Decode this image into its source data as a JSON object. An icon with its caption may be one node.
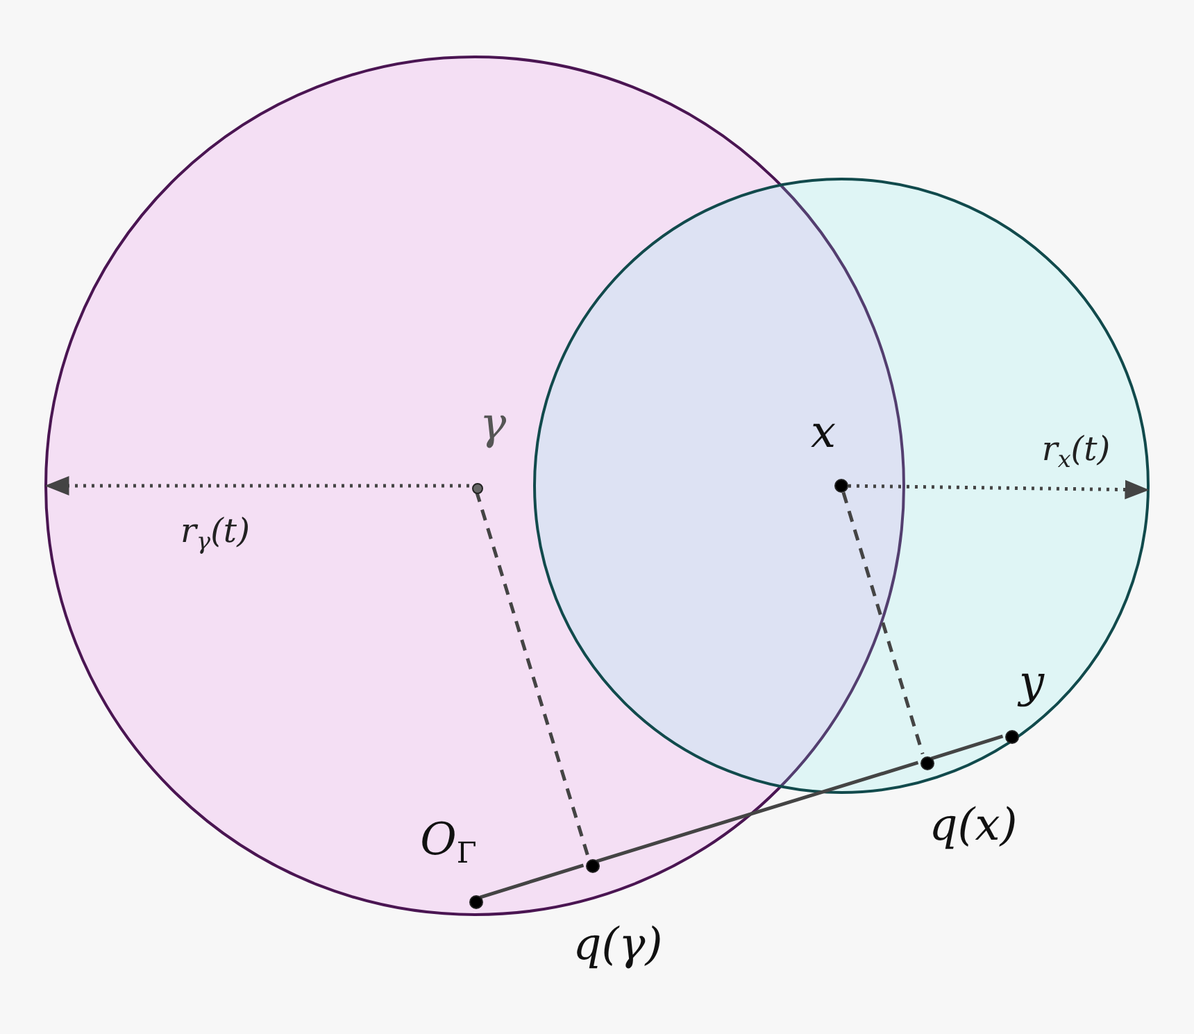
{
  "diagram": {
    "nodes": [
      {
        "text": [],
        "shape": "circle"
      },
      {
        "text": [],
        "shape": "circle"
      },
      {
        "text": [
          "γ"
        ],
        "in": 0
      },
      {
        "text": [
          "x"
        ]
      },
      {
        "text": [
          "O$_{Γ}$"
        ],
        "in": 0
      },
      {
        "text": [
          "q(γ)"
        ],
        "in": 0
      },
      {
        "text": [
          "q(x)"
        ],
        "in": 1
      },
      {
        "text": [
          "y"
        ],
        "in": 1
      }
    ],
    "edges": [
      {
        "from": 2,
        "to": 5,
        "arrow": "none",
        "style": "dashed"
      },
      {
        "from": 3,
        "to": 6,
        "arrow": "none",
        "style": "dashed"
      },
      {
        "from": 4,
        "to": 5,
        "arrow": "none"
      },
      {
        "from": 5,
        "to": 6,
        "arrow": "none"
      },
      {
        "from": 6,
        "to": 7,
        "arrow": "none"
      },
      {
        "from": 2,
        "to": 0,
        "arrow": "to",
        "style": "dashed",
        "label": "r$_{γ}$(t)"
      },
      {
        "from": 3,
        "to": 1,
        "arrow": "to",
        "style": "dashed",
        "label": "r$_{x}$(t)"
      }
    ]
  }
}
